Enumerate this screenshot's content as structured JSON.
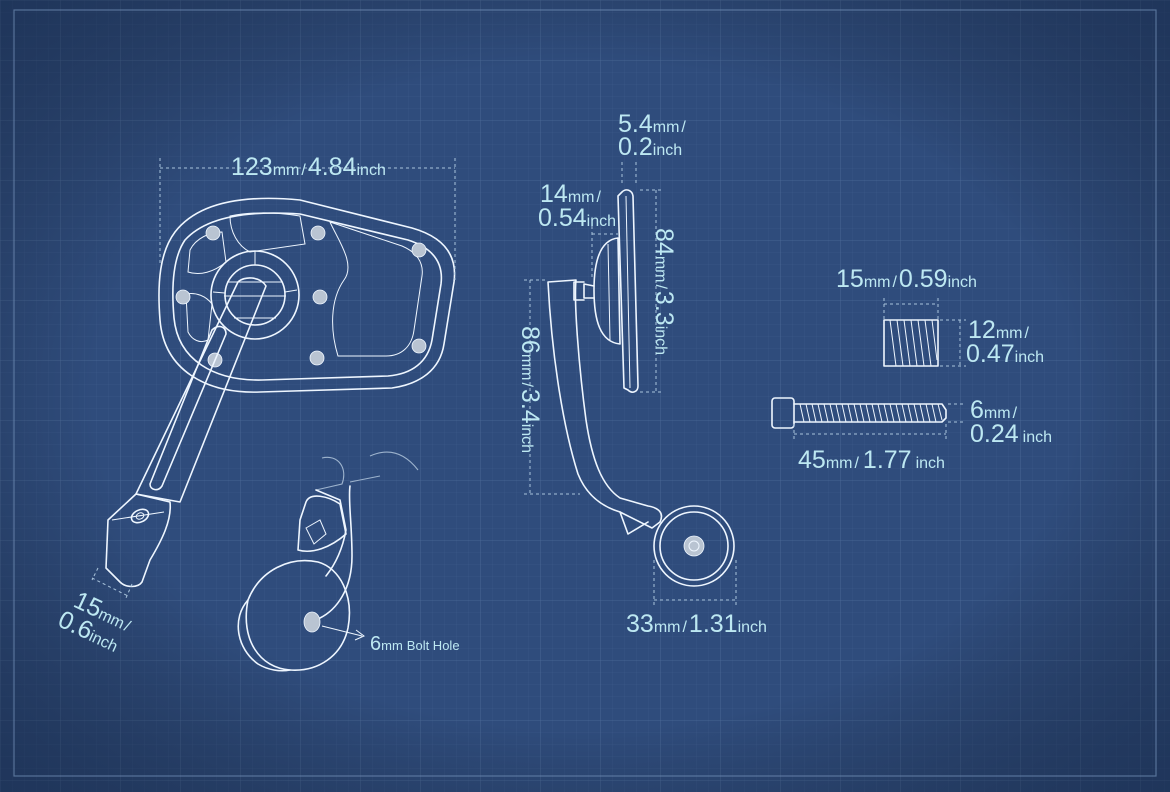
{
  "dimensions": {
    "width_mirror": {
      "value": "123",
      "unit": "mm",
      "sep": "/",
      "value2": "4.84",
      "unit2": "inch"
    },
    "arm_width": {
      "value": "15",
      "unit": "mm",
      "sep": "/",
      "value2": "0.6",
      "unit2": "inch"
    },
    "mirror_thickness": {
      "value": "5.4",
      "unit": "mm",
      "sep": "/",
      "value2": "0.2",
      "unit2": "inch"
    },
    "mount_depth": {
      "value": "14",
      "unit": "mm",
      "sep": "/",
      "value2": "0.54",
      "unit2": "inch"
    },
    "mirror_height": {
      "value": "84",
      "unit": "mm",
      "sep": "/",
      "value2": "3.3",
      "unit2": "inch"
    },
    "arm_height": {
      "value": "86",
      "unit": "mm",
      "sep": "/",
      "value2": "3.4",
      "unit2": "inch"
    },
    "clamp_width": {
      "value": "33",
      "unit": "mm",
      "sep": "/",
      "value2": "1.31",
      "unit2": "inch"
    },
    "spacer_length": {
      "value": "15",
      "unit": "mm",
      "sep": "/",
      "value2": "0.59",
      "unit2": "inch"
    },
    "spacer_diameter": {
      "value": "12",
      "unit": "mm",
      "sep": "/",
      "value2": "0.47",
      "unit2": "inch"
    },
    "bolt_diameter": {
      "value": "6",
      "unit": "mm",
      "sep": "/",
      "value2": "0.24",
      "unit2": "inch"
    },
    "bolt_length": {
      "value": "45",
      "unit": "mm",
      "sep": "/",
      "value2": "1.77",
      "unit2": "inch"
    }
  },
  "callouts": {
    "bolt_hole": {
      "value": "6",
      "unit": "mm",
      "text": "Bolt Hole"
    }
  },
  "colors": {
    "background": "#2f4c7c",
    "line": "#eef6ff",
    "text": "#bde8f2"
  }
}
